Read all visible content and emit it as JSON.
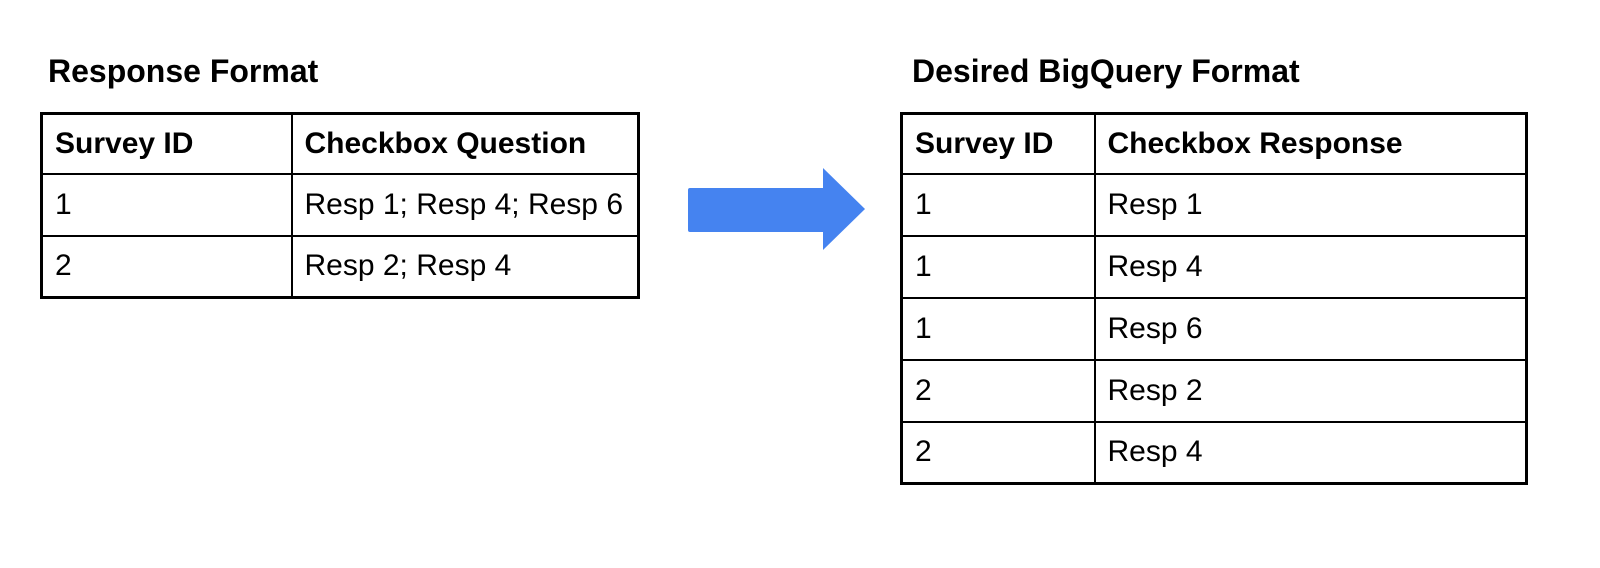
{
  "left_section": {
    "title": "Response Format",
    "table": {
      "headers": [
        "Survey ID",
        "Checkbox Question"
      ],
      "rows": [
        [
          "1",
          "Resp 1; Resp 4; Resp 6"
        ],
        [
          "2",
          "Resp 2; Resp 4"
        ]
      ]
    }
  },
  "arrow": {
    "icon": "right-arrow",
    "color": "#4583f0"
  },
  "right_section": {
    "title": "Desired BigQuery Format",
    "table": {
      "headers": [
        "Survey ID",
        "Checkbox Response"
      ],
      "rows": [
        [
          "1",
          "Resp 1"
        ],
        [
          "1",
          "Resp 4"
        ],
        [
          "1",
          "Resp 6"
        ],
        [
          "2",
          "Resp 2"
        ],
        [
          "2",
          "Resp 4"
        ]
      ]
    }
  }
}
